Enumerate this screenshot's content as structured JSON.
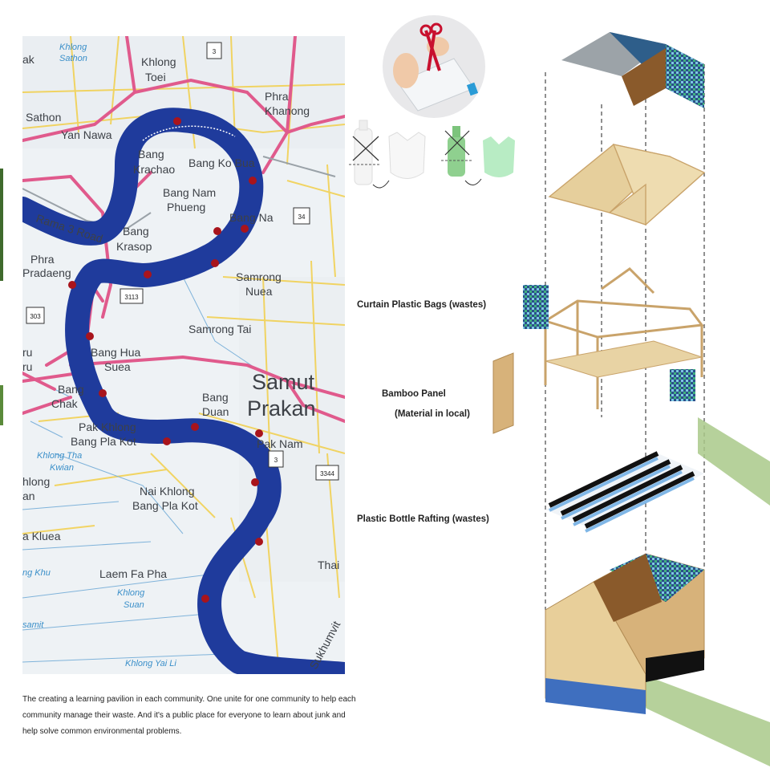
{
  "map": {
    "labels": {
      "khlong_sathon_1": "Khlong",
      "khlong_sathon_2": "Sathon",
      "ak": "ak",
      "khlong_toei_1": "Khlong",
      "khlong_toei_2": "Toei",
      "sathon": "Sathon",
      "phra_khanong_1": "Phra",
      "phra_khanong_2": "Khanong",
      "yan_nawa": "Yan Nawa",
      "bang_krachao_1": "Bang",
      "bang_krachao_2": "Krachao",
      "bang_ko_bua": "Bang Ko Bua",
      "bang_nam_phueng_1": "Bang Nam",
      "bang_nam_phueng_2": "Phueng",
      "rama3": "Rama 3 Road",
      "bang_na": "Bang Na",
      "bang_krasop_1": "Bang",
      "bang_krasop_2": "Krasop",
      "phra_pradaeng_1": "Phra",
      "phra_pradaeng_2": "Pradaeng",
      "samrong_nuea_1": "Samrong",
      "samrong_nuea_2": "Nuea",
      "samrong_tai": "Samrong Tai",
      "bang_hua_suea_1": "Bang Hua",
      "bang_hua_suea_2": "Suea",
      "ru": "ru",
      "samut": "Samut",
      "prakan": "Prakan",
      "bang_chak_1": "Bang",
      "bang_chak_2": "Chak",
      "bang_duan_1": "Bang",
      "bang_duan_2": "Duan",
      "pak_khlong_1": "Pak Khlong",
      "pak_khlong_2": "Bang Pla Kot",
      "pak_nam": "Pak Nam",
      "khlong_tha_1": "Khlong Tha",
      "khlong_tha_2": "Kwian",
      "hlong": "hlong",
      "an": "an",
      "nai_khlong_1": "Nai Khlong",
      "nai_khlong_2": "Bang Pla Kot",
      "a_kluea": "a Kluea",
      "thai": "Thai",
      "ng_khu": "ng Khu",
      "laem_fa_pha": "Laem Fa Pha",
      "khlong_suan_1": "Khlong",
      "khlong_suan_2": "Suan",
      "samit": "samit",
      "sukhumvit": "Sukhumvit",
      "khlong_yai_li": "Khlong Yai Li"
    },
    "shields": {
      "r3_top": "3",
      "r34": "34",
      "r303": "303",
      "r3113": "3113",
      "r3_mid": "3",
      "r3344": "3344"
    }
  },
  "caption": "The creating a learning pavilion in each community. One unite for one community to help each community manage their waste. And it's a public place for everyone to learn about junk and help solve common environmental problems.",
  "labels": {
    "curtain": "Curtain Plastic Bags (wastes)",
    "bamboo": "Bamboo Panel",
    "bamboo_sub": "(Material in local)",
    "rafting": "Plastic Bottle Rafting (wastes)"
  },
  "colors": {
    "river": "#1f3b9c",
    "marker": "#a8141c",
    "major_road": "#e05a8c",
    "minor_road": "#f2cf4a",
    "bamboo": "#d7b27a",
    "roof_wood": "#8a5a2b"
  }
}
